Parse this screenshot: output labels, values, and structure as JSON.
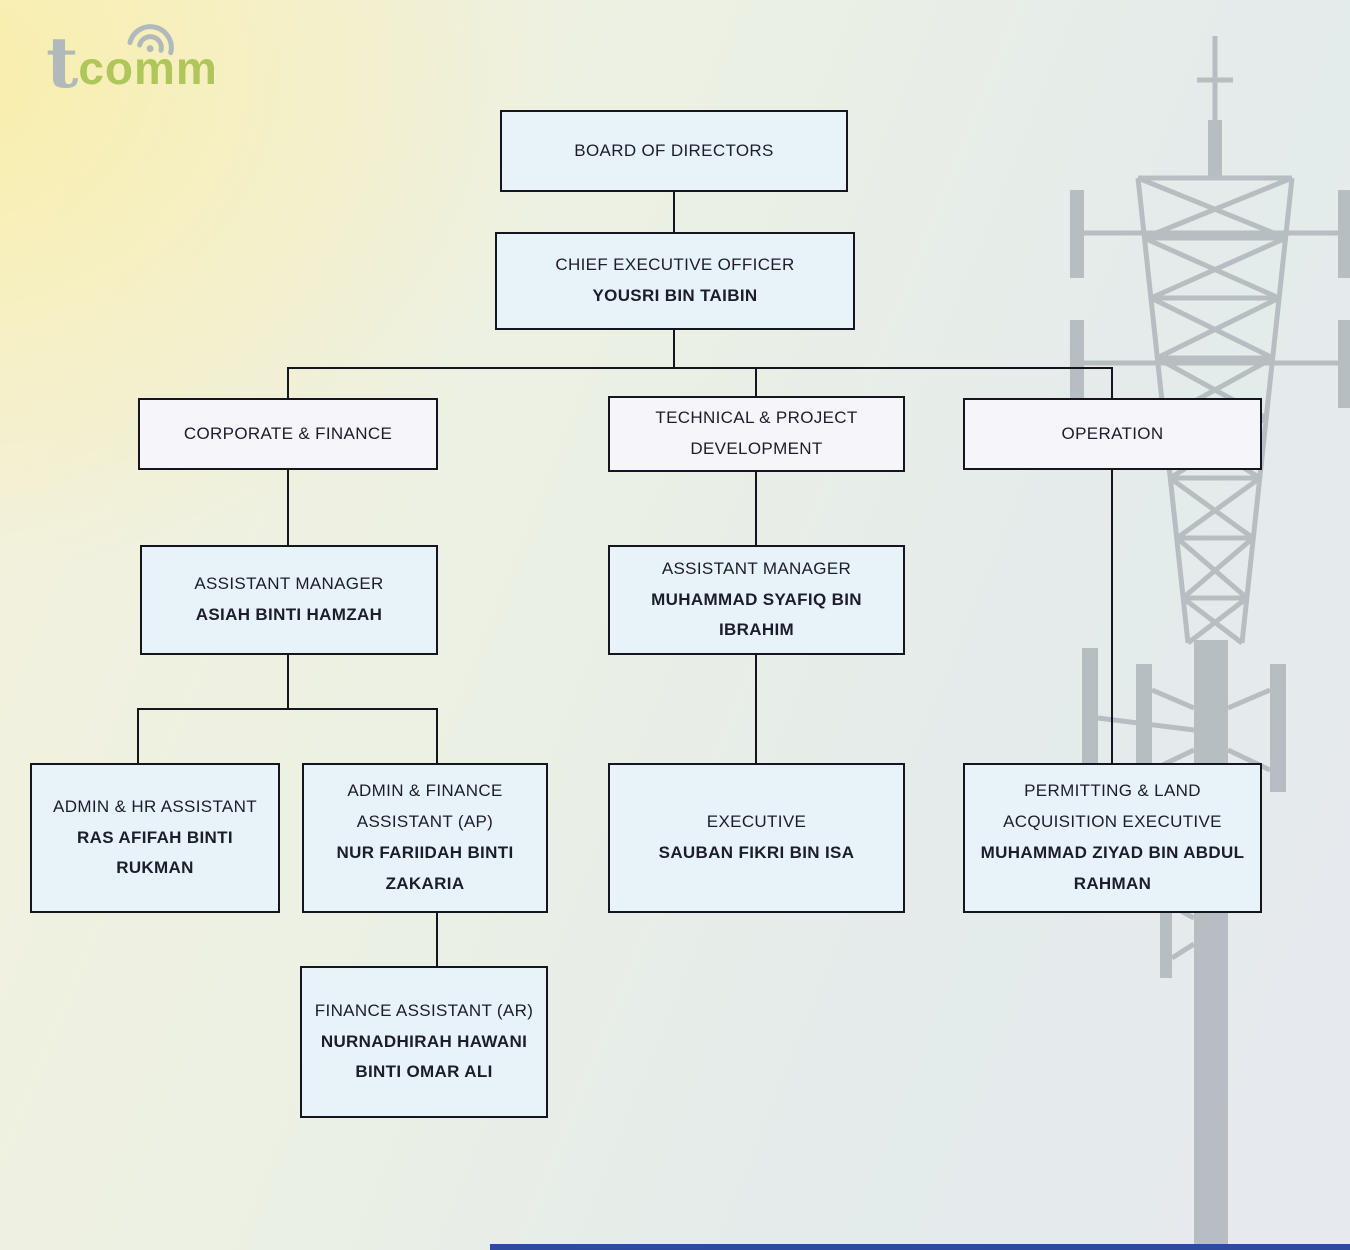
{
  "brand": {
    "t": "t",
    "comm": "comm"
  },
  "nodes": {
    "board": {
      "title": "BOARD OF DIRECTORS"
    },
    "ceo": {
      "title": "CHIEF EXECUTIVE OFFICER",
      "name": "YOUSRI BIN TAIBIN"
    },
    "corporate": {
      "title": "CORPORATE & FINANCE"
    },
    "technical": {
      "title": "TECHNICAL & PROJECT DEVELOPMENT"
    },
    "operation": {
      "title": "OPERATION"
    },
    "corp_am": {
      "title": "ASSISTANT MANAGER",
      "name": "ASIAH BINTI HAMZAH"
    },
    "tech_am": {
      "title": "ASSISTANT MANAGER",
      "name": "MUHAMMAD SYAFIQ BIN IBRAHIM"
    },
    "admin_hr": {
      "title": "ADMIN & HR ASSISTANT",
      "name": "RAS AFIFAH BINTI RUKMAN"
    },
    "admin_fin": {
      "title": "ADMIN & FINANCE ASSISTANT (AP)",
      "name": "NUR FARIIDAH BINTI ZAKARIA"
    },
    "fin_ar": {
      "title": "FINANCE ASSISTANT (AR)",
      "name": "NURNADHIRAH HAWANI BINTI OMAR ALI"
    },
    "executive": {
      "title": "EXECUTIVE",
      "name": "SAUBAN FIKRI BIN ISA"
    },
    "permitting": {
      "title": "PERMITTING & LAND ACQUISITION EXECUTIVE",
      "name": "MUHAMMAD ZIYAD BIN ABDUL RAHMAN"
    }
  },
  "colors": {
    "box_fill": "#e7f3f8",
    "dept_fill": "#f6f5fa",
    "border": "#15151f",
    "connector": "#15151f",
    "logo_gray": "#b0babb",
    "logo_green": "#a2bf4a",
    "tower_gray": "#8a929a",
    "footer_bar_blue": "#2e4a9e",
    "bg_yellow": "#faeea8",
    "bg_blue": "#e6eaef"
  }
}
